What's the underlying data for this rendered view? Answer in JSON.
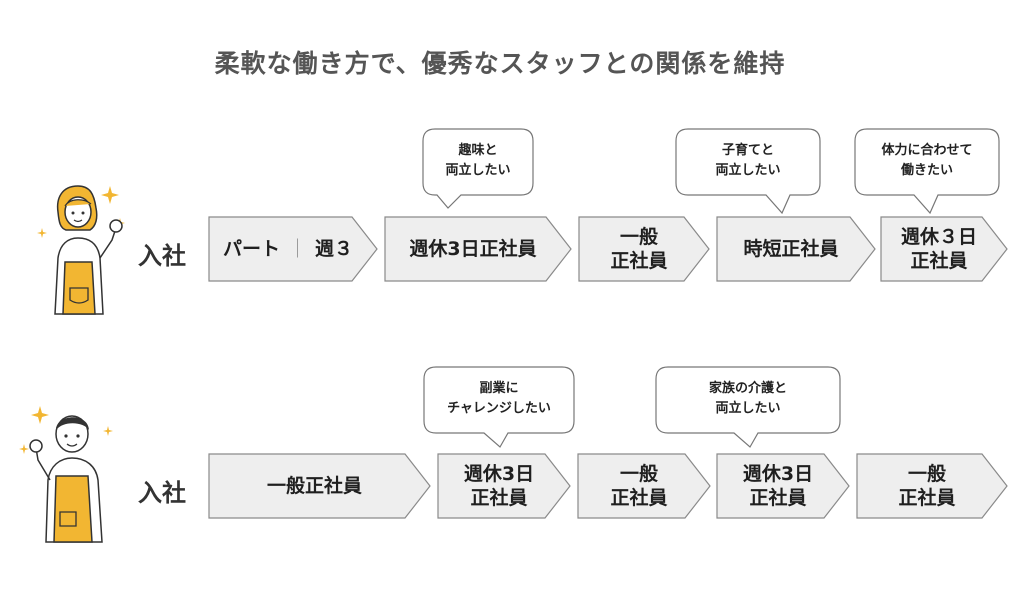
{
  "title": "柔軟な働き方で、優秀なスタッフとの関係を維持",
  "colors": {
    "step_fill": "#eeeeee",
    "step_stroke": "#8a8a8a",
    "apron": "#f2b632",
    "sparkle": "#f2b632"
  },
  "rows": [
    {
      "person_icon": "woman-staff-icon",
      "entry_label": "入社",
      "steps": [
        {
          "lines": [
            "パート",
            "週３"
          ],
          "inline_sep": "｜"
        },
        {
          "lines": [
            "週休3日正社員"
          ]
        },
        {
          "lines": [
            "一般",
            "正社員"
          ]
        },
        {
          "lines": [
            "時短正社員"
          ]
        },
        {
          "lines": [
            "週休３日",
            "正社員"
          ]
        }
      ],
      "bubbles": [
        {
          "lines": [
            "趣味と",
            "両立したい"
          ]
        },
        {
          "lines": [
            "子育てと",
            "両立したい"
          ]
        },
        {
          "lines": [
            "体力に合わせて",
            "働きたい"
          ]
        }
      ]
    },
    {
      "person_icon": "man-staff-icon",
      "entry_label": "入社",
      "steps": [
        {
          "lines": [
            "一般正社員"
          ]
        },
        {
          "lines": [
            "週休3日",
            "正社員"
          ]
        },
        {
          "lines": [
            "一般",
            "正社員"
          ]
        },
        {
          "lines": [
            "週休3日",
            "正社員"
          ]
        },
        {
          "lines": [
            "一般",
            "正社員"
          ]
        }
      ],
      "bubbles": [
        {
          "lines": [
            "副業に",
            "チャレンジしたい"
          ]
        },
        {
          "lines": [
            "家族の介護と",
            "両立したい"
          ]
        }
      ]
    }
  ]
}
